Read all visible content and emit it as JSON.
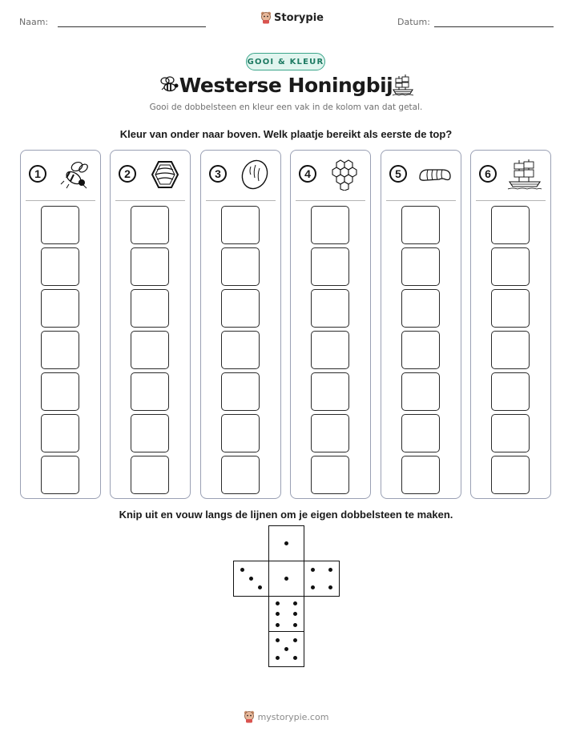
{
  "header": {
    "name_label": "Naam:",
    "date_label": "Datum:",
    "brand": "Storypie"
  },
  "badge": "GOOI & KLEUR",
  "title": "Westerse Honingbij",
  "subtitle": "Gooi de dobbelsteen en kleur een vak in de kolom van dat getal.",
  "instruction": "Kleur van onder naar boven. Welk plaatje bereikt als eerste de top?",
  "columns": [
    {
      "number": "1",
      "icon": "bee-icon"
    },
    {
      "number": "2",
      "icon": "hexagon-icon"
    },
    {
      "number": "3",
      "icon": "bread-loaf-icon"
    },
    {
      "number": "4",
      "icon": "honeycomb-icon"
    },
    {
      "number": "5",
      "icon": "larva-icon"
    },
    {
      "number": "6",
      "icon": "sailing-ship-icon"
    }
  ],
  "boxes_per_column": 7,
  "cut_instruction": "Knip uit en vouw langs de lijnen om je eigen dobbelsteen te maken.",
  "footer": "mystorypie.com"
}
